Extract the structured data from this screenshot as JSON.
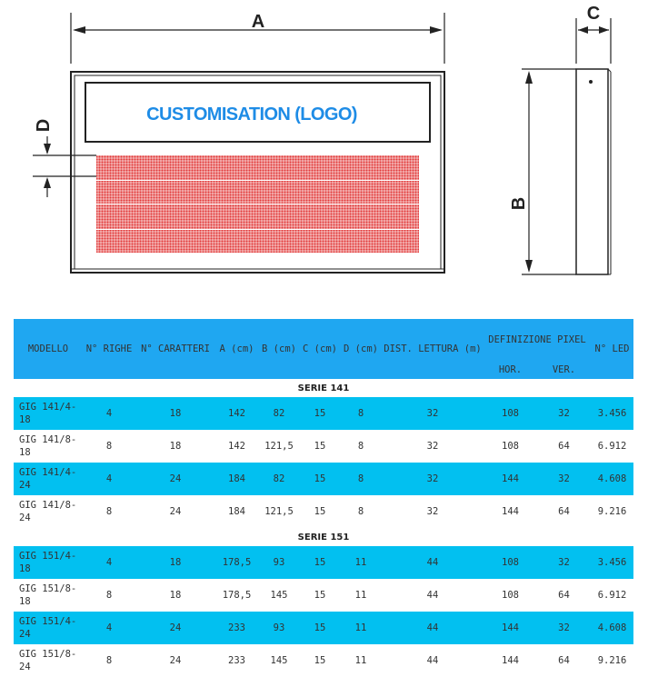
{
  "drawing": {
    "dimensions": {
      "a": "A",
      "b": "B",
      "c": "C",
      "d": "D"
    },
    "logo_text": "CUSTOMISATION (LOGO)",
    "colors": {
      "logo": "#1e8ce6",
      "led": "#e23a3a",
      "line": "#222222"
    }
  },
  "table": {
    "headers": {
      "modello": "MODELLO",
      "righe": "N° RIGHE",
      "caratteri": "N° CARATTERI",
      "a": "A (cm)",
      "b": "B (cm)",
      "c": "C (cm)",
      "d": "D (cm)",
      "dist": "DIST. LETTURA (m)",
      "definizione": "DEFINIZIONE PIXEL",
      "hor": "HOR.",
      "ver": "VER.",
      "led": "N° LED"
    },
    "colors": {
      "header": "#1fa7f1",
      "row_alt": "#02c0f0"
    },
    "series": [
      {
        "title": "SERIE 141",
        "rows": [
          {
            "model": "GIG 141/4-18",
            "righe": "4",
            "caratteri": "18",
            "a": "142",
            "b": "82",
            "c": "15",
            "d": "8",
            "dist": "32",
            "hor": "108",
            "ver": "32",
            "led": "3.456"
          },
          {
            "model": "GIG 141/8-18",
            "righe": "8",
            "caratteri": "18",
            "a": "142",
            "b": "121,5",
            "c": "15",
            "d": "8",
            "dist": "32",
            "hor": "108",
            "ver": "64",
            "led": "6.912"
          },
          {
            "model": "GIG 141/4-24",
            "righe": "4",
            "caratteri": "24",
            "a": "184",
            "b": "82",
            "c": "15",
            "d": "8",
            "dist": "32",
            "hor": "144",
            "ver": "32",
            "led": "4.608"
          },
          {
            "model": "GIG 141/8-24",
            "righe": "8",
            "caratteri": "24",
            "a": "184",
            "b": "121,5",
            "c": "15",
            "d": "8",
            "dist": "32",
            "hor": "144",
            "ver": "64",
            "led": "9.216"
          }
        ]
      },
      {
        "title": "SERIE 151",
        "rows": [
          {
            "model": "GIG 151/4-18",
            "righe": "4",
            "caratteri": "18",
            "a": "178,5",
            "b": "93",
            "c": "15",
            "d": "11",
            "dist": "44",
            "hor": "108",
            "ver": "32",
            "led": "3.456"
          },
          {
            "model": "GIG 151/8-18",
            "righe": "8",
            "caratteri": "18",
            "a": "178,5",
            "b": "145",
            "c": "15",
            "d": "11",
            "dist": "44",
            "hor": "108",
            "ver": "64",
            "led": "6.912"
          },
          {
            "model": "GIG 151/4-24",
            "righe": "4",
            "caratteri": "24",
            "a": "233",
            "b": "93",
            "c": "15",
            "d": "11",
            "dist": "44",
            "hor": "144",
            "ver": "32",
            "led": "4.608"
          },
          {
            "model": "GIG 151/8-24",
            "righe": "8",
            "caratteri": "24",
            "a": "233",
            "b": "145",
            "c": "15",
            "d": "11",
            "dist": "44",
            "hor": "144",
            "ver": "64",
            "led": "9.216"
          }
        ]
      }
    ]
  }
}
